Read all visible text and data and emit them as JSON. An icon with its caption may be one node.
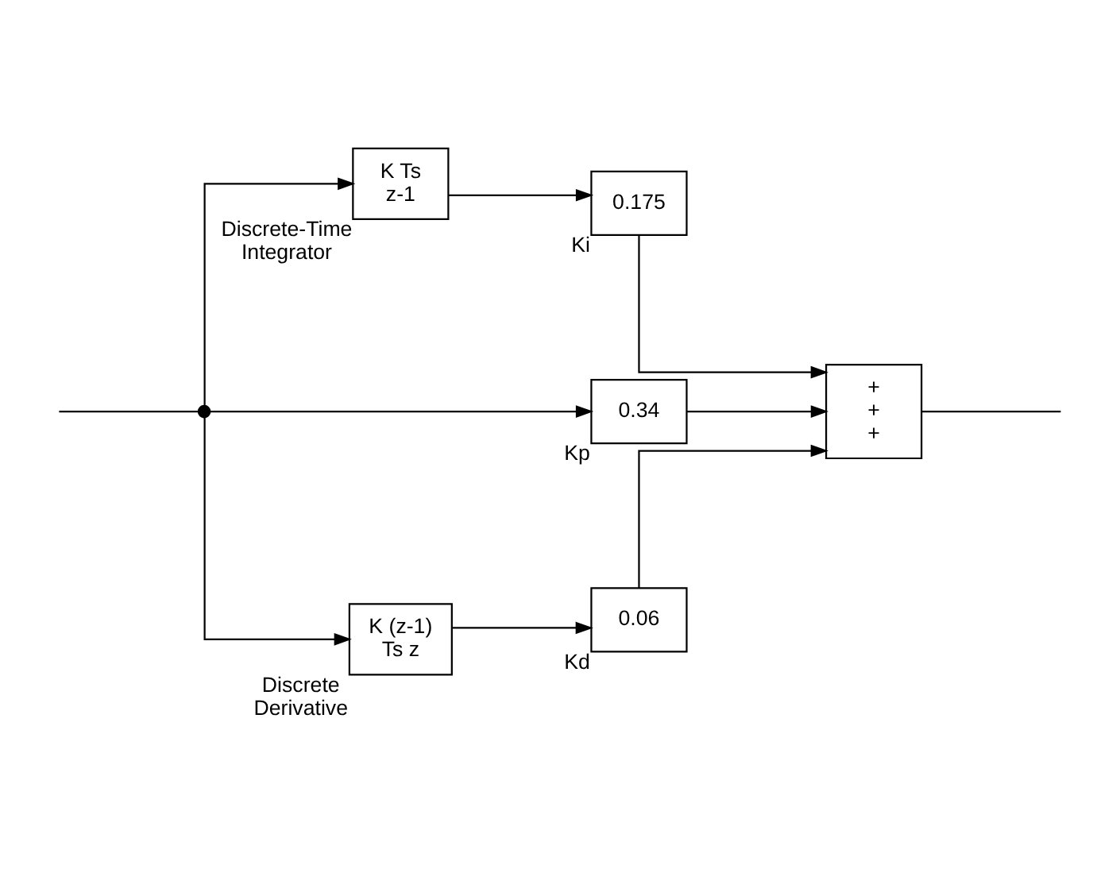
{
  "diagram": {
    "nodes": [
      {
        "text": [
          "K Ts",
          "z-1"
        ],
        "beside": [
          "Discrete-Time Integrator"
        ]
      },
      {
        "text": [
          "0.175"
        ],
        "beside": [
          "Ki"
        ]
      },
      {
        "text": [],
        "shape": "circle"
      },
      {
        "text": [
          "0.34"
        ],
        "beside": [
          "Kp"
        ]
      },
      {
        "text": [
          "+",
          "+",
          "+"
        ]
      },
      {
        "text": [
          "K (z-1)",
          "Ts z"
        ],
        "beside": [
          "Discrete Derivative"
        ]
      },
      {
        "text": [
          "0.06"
        ],
        "beside": [
          "Kd"
        ]
      }
    ],
    "edges": [
      {
        "from": null,
        "to": 2,
        "arrow": "none"
      },
      {
        "from": 2,
        "to": 0,
        "arrow": "to"
      },
      {
        "from": 2,
        "to": 3,
        "arrow": "to"
      },
      {
        "from": 2,
        "to": 5,
        "arrow": "to"
      },
      {
        "from": 0,
        "to": 1,
        "arrow": "to"
      },
      {
        "from": 1,
        "to": 4,
        "arrow": "to"
      },
      {
        "from": 3,
        "to": 4,
        "arrow": "to"
      },
      {
        "from": 6,
        "to": 4,
        "arrow": "to"
      },
      {
        "from": 5,
        "to": 6,
        "arrow": "to"
      },
      {
        "from": 4,
        "to": null,
        "arrow": "none"
      }
    ]
  }
}
